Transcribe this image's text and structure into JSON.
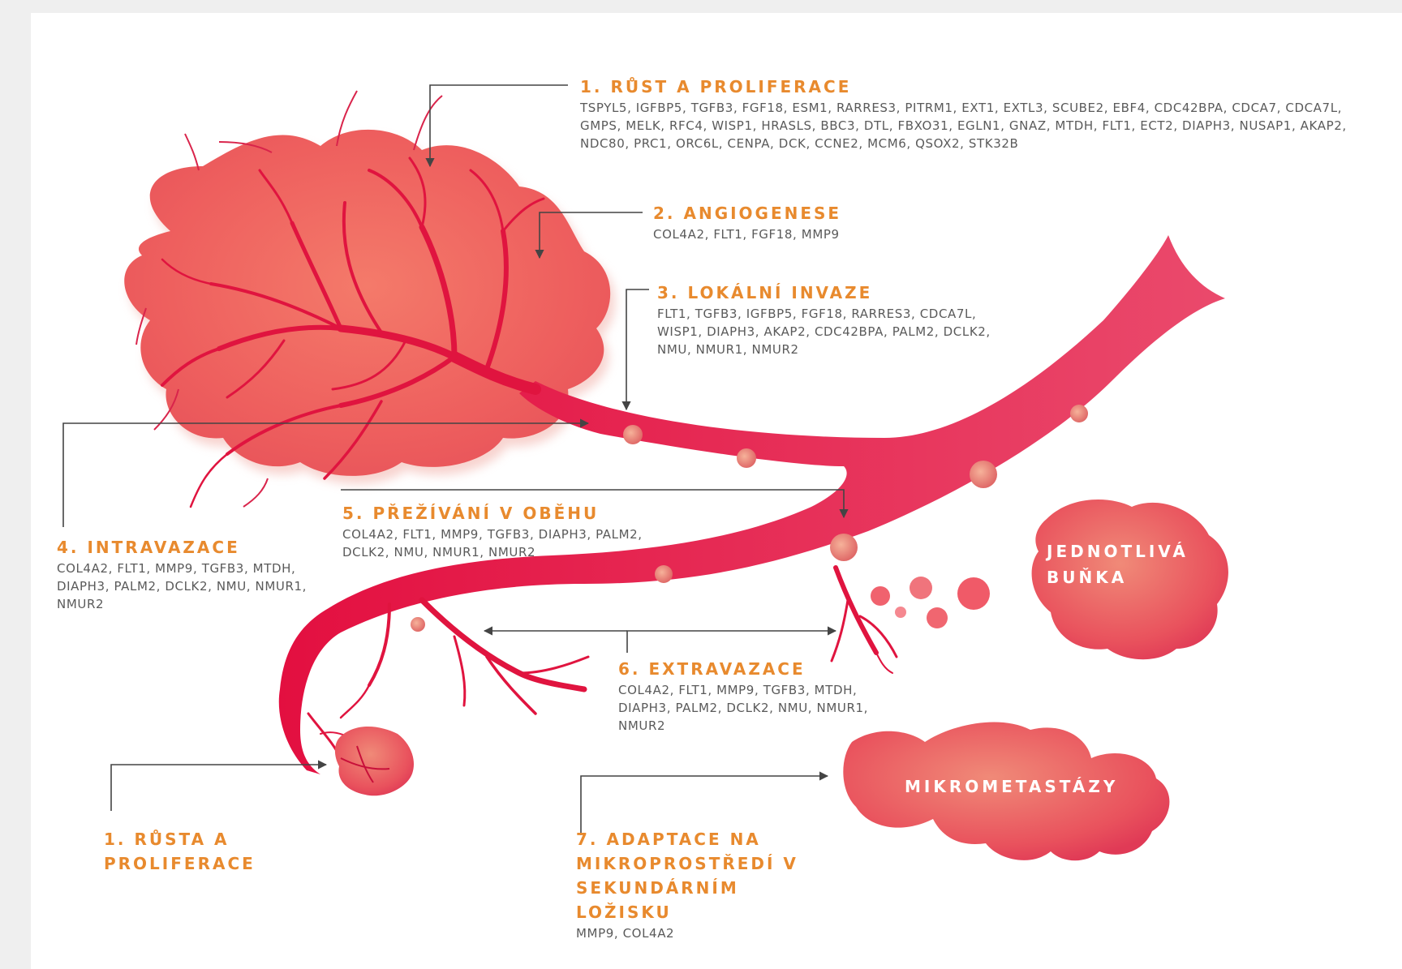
{
  "steps": {
    "s1": {
      "title": "1. RŮST A PROLIFERACE",
      "genes": "TSPYL5, IGFBP5, TGFB3, FGF18, ESM1, RARRES3, PITRM1, EXT1, EXTL3, SCUBE2, EBF4, CDC42BPA, CDCA7, CDCA7L, GMPS, MELK, RFC4, WISP1, HRASLS, BBC3, DTL, FBXO31, EGLN1, GNAZ, MTDH, FLT1, ECT2, DIAPH3, NUSAP1, AKAP2, NDC80, PRC1, ORC6L, CENPA, DCK, CCNE2, MCM6, QSOX2, STK32B"
    },
    "s2": {
      "title": "2. ANGIOGENESE",
      "genes": "COL4A2, FLT1, FGF18, MMP9"
    },
    "s3": {
      "title": "3. LOKÁLNÍ INVAZE",
      "genes": "FLT1, TGFB3, IGFBP5, FGF18, RARRES3, CDCA7L, WISP1, DIAPH3, AKAP2, CDC42BPA, PALM2, DCLK2, NMU, NMUR1, NMUR2"
    },
    "s4": {
      "title": "4. INTRAVAZACE",
      "genes": "COL4A2, FLT1, MMP9, TGFB3, MTDH, DIAPH3, PALM2, DCLK2, NMU, NMUR1, NMUR2"
    },
    "s5": {
      "title": "5. PŘEŽÍVÁNÍ V OBĚHU",
      "genes": "COL4A2, FLT1, MMP9, TGFB3, DIAPH3, PALM2, DCLK2, NMU, NMUR1, NMUR2"
    },
    "s6": {
      "title": "6. EXTRAVAZACE",
      "genes": "COL4A2, FLT1, MMP9, TGFB3, MTDH, DIAPH3, PALM2, DCLK2, NMU, NMUR1, NMUR2"
    },
    "s1b": {
      "title": "1. RŮSTA A PROLIFERACE"
    },
    "s7": {
      "title": "7. ADAPTACE NA MIKROPROSTŘEDÍ V SEKUNDÁRNÍM LOŽISKU",
      "genes": "MMP9, COL4A2"
    }
  },
  "cells": {
    "single": "JEDNOTLIVÁ BUŇKA",
    "micro": "MIKROMETASTÁZY"
  },
  "colors": {
    "heading": "#e88a2e",
    "vessel": "#e81d4a",
    "tumor": "#f06a6a",
    "text": "#5a5a5a",
    "arrow": "#444444"
  }
}
